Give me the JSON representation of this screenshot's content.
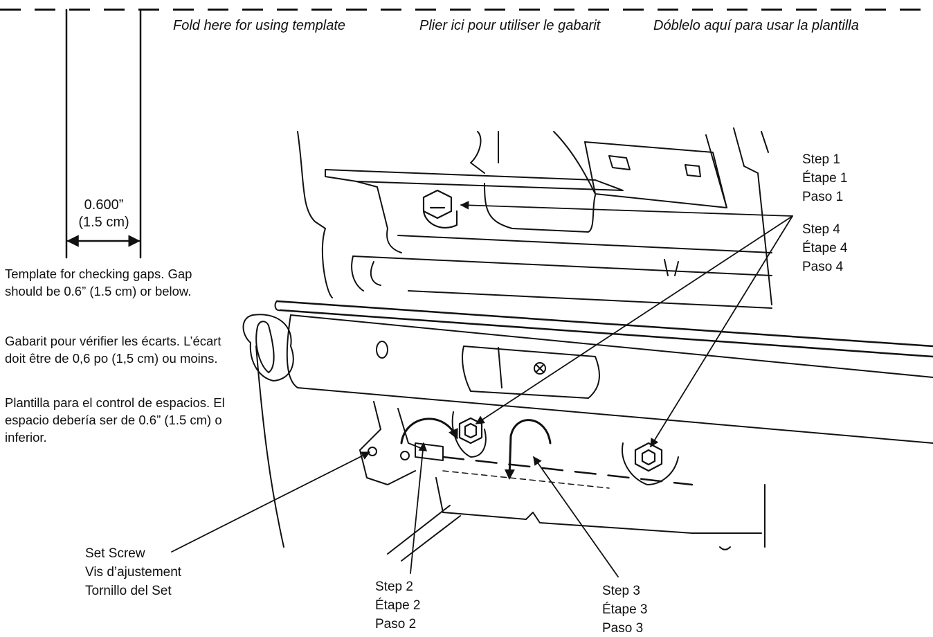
{
  "fold_line": {
    "en": "Fold here for using template",
    "fr": "Plier ici pour utiliser le gabarit",
    "es": "Dóblelo aquí para usar la plantilla"
  },
  "gauge": {
    "inches": "0.600”",
    "cm": "(1.5 cm)"
  },
  "instructions": {
    "en": "Template for checking gaps. Gap should be 0.6” (1.5 cm) or below.",
    "fr": "Gabarit pour vérifier les écarts. L’écart doit être de 0,6 po (1,5 cm) ou moins.",
    "es": "Plantilla para el control de espacios. El espacio debería ser de 0.6” (1.5 cm) o inferior."
  },
  "callouts": {
    "step1": {
      "en": "Step 1",
      "fr": "Étape 1",
      "es": "Paso 1"
    },
    "step4": {
      "en": "Step 4",
      "fr": "Étape 4",
      "es": "Paso 4"
    },
    "step2": {
      "en": "Step 2",
      "fr": "Étape 2",
      "es": "Paso 2"
    },
    "step3": {
      "en": "Step 3",
      "fr": "Étape 3",
      "es": "Paso 3"
    },
    "set_screw": {
      "en": "Set Screw",
      "fr": "Vis d’ajustement",
      "es": "Tornillo del Set"
    }
  },
  "colors": {
    "ink": "#111111",
    "paper": "#ffffff"
  }
}
